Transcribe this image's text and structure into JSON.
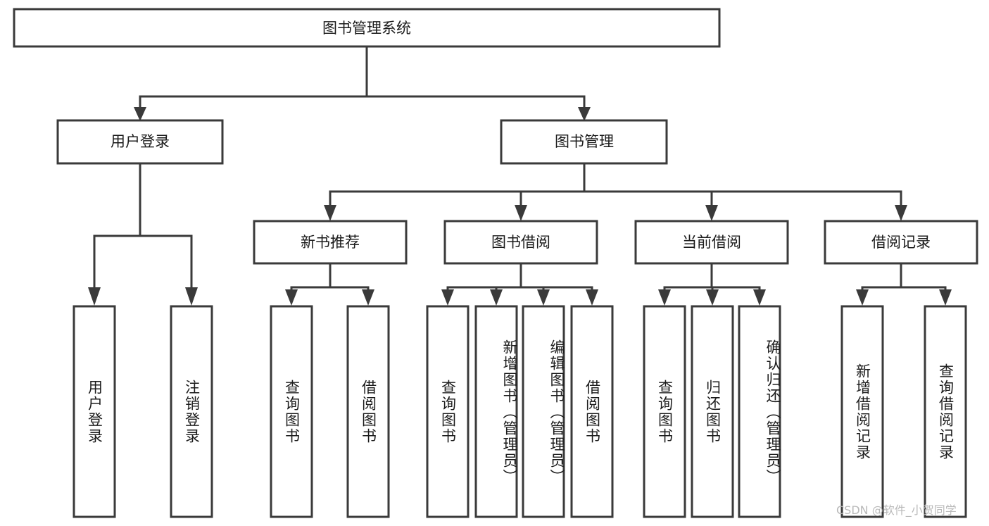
{
  "diagram": {
    "title": "图书管理系统",
    "type": "tree",
    "watermark": "CSDN @软件_小贺同学",
    "colors": {
      "box_stroke": "#3a3a3a",
      "box_fill": "#ffffff",
      "text": "#1b1b1b",
      "background": "#ffffff",
      "watermark": "#b9b9b9"
    },
    "root": {
      "label": "图书管理系统"
    },
    "level2": [
      {
        "label": "用户登录"
      },
      {
        "label": "图书管理"
      }
    ],
    "level3": [
      {
        "label": "新书推荐"
      },
      {
        "label": "图书借阅"
      },
      {
        "label": "当前借阅"
      },
      {
        "label": "借阅记录"
      }
    ],
    "leaves": {
      "user_login": [
        {
          "label": "用户登录"
        },
        {
          "label": "注销登录"
        }
      ],
      "new_book": [
        {
          "label": "查询图书"
        },
        {
          "label": "借阅图书"
        }
      ],
      "book_borrow": [
        {
          "label": "查询图书"
        },
        {
          "label": "新增图书（管理员）"
        },
        {
          "label": "编辑图书（管理员）"
        },
        {
          "label": "借阅图书"
        }
      ],
      "current_borrow": [
        {
          "label": "查询图书"
        },
        {
          "label": "归还图书"
        },
        {
          "label": "确认归还（管理员）"
        }
      ],
      "borrow_record": [
        {
          "label": "新增借阅记录"
        },
        {
          "label": "查询借阅记录"
        }
      ]
    }
  }
}
